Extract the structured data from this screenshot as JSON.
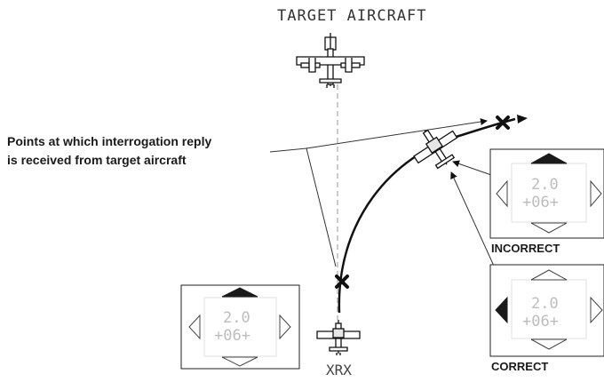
{
  "labels": {
    "target": "TARGET AIRCRAFT",
    "note_line1": "Points at which interrogation reply",
    "note_line2": "is received from target aircraft",
    "incorrect": "INCORRECT",
    "correct": "CORRECT",
    "own_ship": "XRX"
  },
  "displays": {
    "left": {
      "value": "2.0",
      "altitude": "+06+"
    },
    "incorrect": {
      "value": "2.0",
      "altitude": "+06+"
    },
    "correct": {
      "value": "2.0",
      "altitude": "+06+"
    }
  },
  "colors": {
    "line": "#111111",
    "faint": "#bdbdbd",
    "dashed": "#9a9a9a"
  }
}
